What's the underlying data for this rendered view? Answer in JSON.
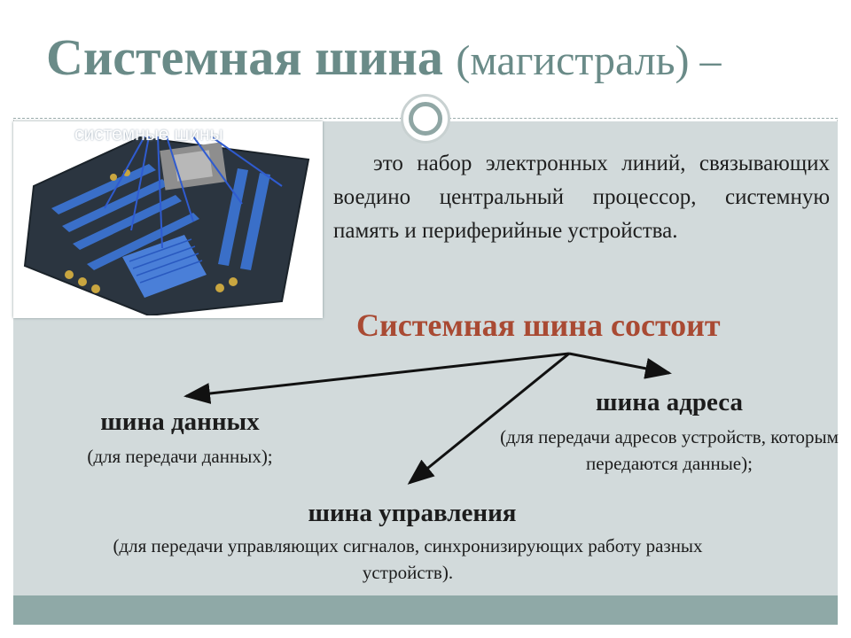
{
  "slide": {
    "title_bold": "Системная шина",
    "title_normal": "(магистраль) –"
  },
  "photo": {
    "label": "системные шины",
    "colors": {
      "board": "#2b3540",
      "slots": "#3a6fc8",
      "arrows": "#2f5bd0"
    }
  },
  "definition": {
    "text": "это набор электронных линий, связывающих воедино центральный процессор, системную память и периферийные устройства."
  },
  "diagram": {
    "heading": "Системная шина состоит",
    "buses": [
      {
        "title": "шина данных",
        "desc": "(для передачи данных);"
      },
      {
        "title": "шина адреса",
        "desc": "(для передачи адресов устройств, которым передаются данные);"
      },
      {
        "title": "шина управления",
        "desc": "(для передачи управляющих сигналов, синхронизирующих работу разных устройств)."
      }
    ]
  },
  "colors": {
    "title": "#6a8b88",
    "heading_accent": "#a94a33",
    "content_bg": "#d2dadb",
    "footer": "#8fa9a7"
  }
}
